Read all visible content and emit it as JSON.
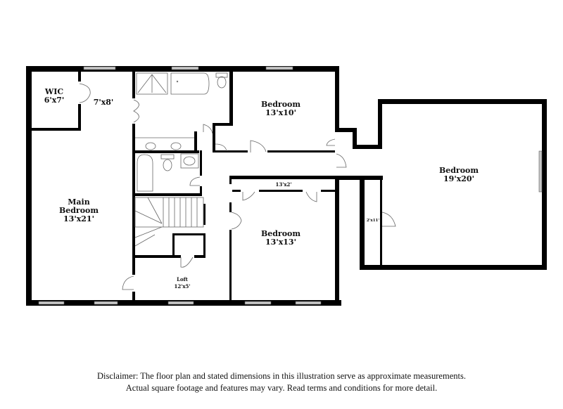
{
  "rooms": [
    {
      "id": "wic",
      "name": "WIC",
      "dims": "6'x7'"
    },
    {
      "id": "closet-7x8",
      "name": "",
      "dims": "7'x8'"
    },
    {
      "id": "bedroom-ne",
      "name": "Bedroom",
      "dims": "13'x10'"
    },
    {
      "id": "bedroom-east",
      "name": "Bedroom",
      "dims": "19'x20'"
    },
    {
      "id": "main-bedroom",
      "name_line1": "Main",
      "name_line2": "Bedroom",
      "dims": "13'x21'"
    },
    {
      "id": "bedroom-mid",
      "name": "Bedroom",
      "dims": "13'x13'"
    },
    {
      "id": "closet-13x2",
      "name": "",
      "dims": "13'x2'"
    },
    {
      "id": "closet-2x11",
      "name": "",
      "dims": "2'x11'"
    },
    {
      "id": "loft",
      "name": "Loft",
      "dims": "12'x5'"
    }
  ],
  "disclaimer": {
    "line1": "Disclaimer: The floor plan and stated dimensions in this illustration serve as approximate measurements.",
    "line2": "Actual square footage and features may vary. Read terms and conditions for more detail."
  },
  "colors": {
    "wall": "#000000",
    "window": "#c8c8c8",
    "fixture": "#666666",
    "background": "#ffffff"
  }
}
